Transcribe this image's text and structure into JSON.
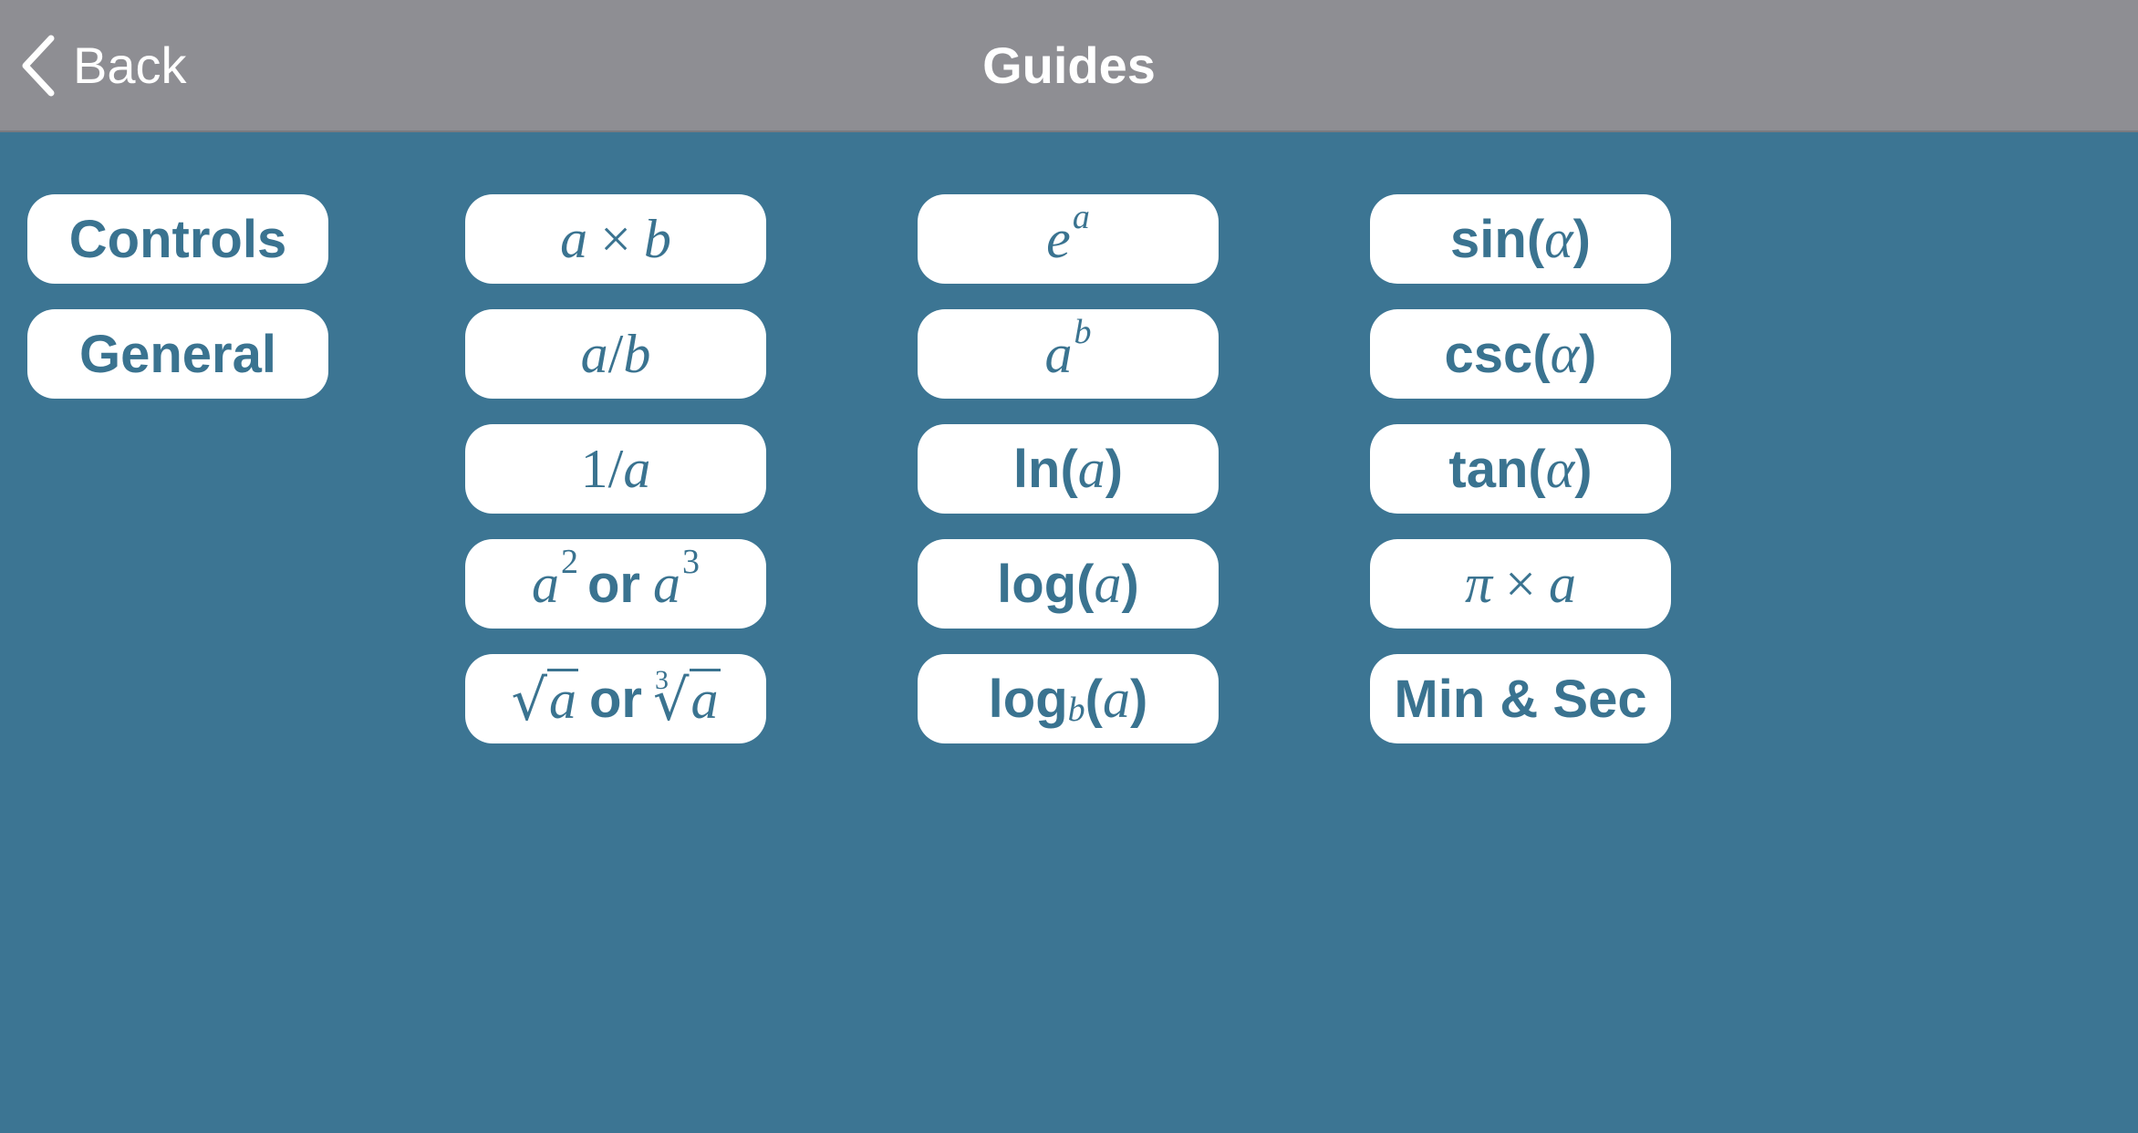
{
  "nav": {
    "back_label": "Back",
    "title": "Guides"
  },
  "colors": {
    "background": "#3c7593",
    "navbar": "#8e8e93",
    "button": "#ffffff",
    "button_text": "#3a7390"
  },
  "buttons": {
    "controls": "Controls",
    "general": "General",
    "mult": {
      "a": "a",
      "op": "×",
      "b": "b"
    },
    "div": {
      "a": "a",
      "op": "/",
      "b": "b"
    },
    "recip": {
      "one": "1",
      "op": "/",
      "a": "a"
    },
    "powers": {
      "a1": "a",
      "exp1": "2",
      "or": "or",
      "a2": "a",
      "exp2": "3"
    },
    "roots": {
      "a1": "a",
      "or": "or",
      "idx": "3",
      "a2": "a"
    },
    "exp": {
      "e": "e",
      "exp": "a"
    },
    "pow": {
      "a": "a",
      "exp": "b"
    },
    "ln": {
      "fn": "ln",
      "arg": "a"
    },
    "log": {
      "fn": "log",
      "arg": "a"
    },
    "logb": {
      "fn": "log",
      "base": "b",
      "arg": "a"
    },
    "sin": {
      "fn": "sin",
      "arg": "α"
    },
    "csc": {
      "fn": "csc",
      "arg": "α"
    },
    "tan": {
      "fn": "tan",
      "arg": "α"
    },
    "pi": {
      "pi": "π",
      "op": "×",
      "a": "a"
    },
    "minsec": "Min & Sec"
  }
}
